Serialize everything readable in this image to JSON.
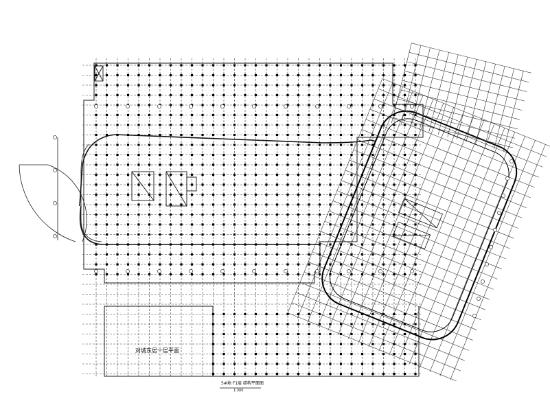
{
  "drawing": {
    "region_label": "对城东居一层平面",
    "title": "5#地 F1层 结构平面图",
    "scale": "1:300"
  },
  "colors": {
    "line": "#1a1a1a",
    "grid": "#3a3a3a",
    "column": "#000000",
    "background": "#ffffff"
  }
}
